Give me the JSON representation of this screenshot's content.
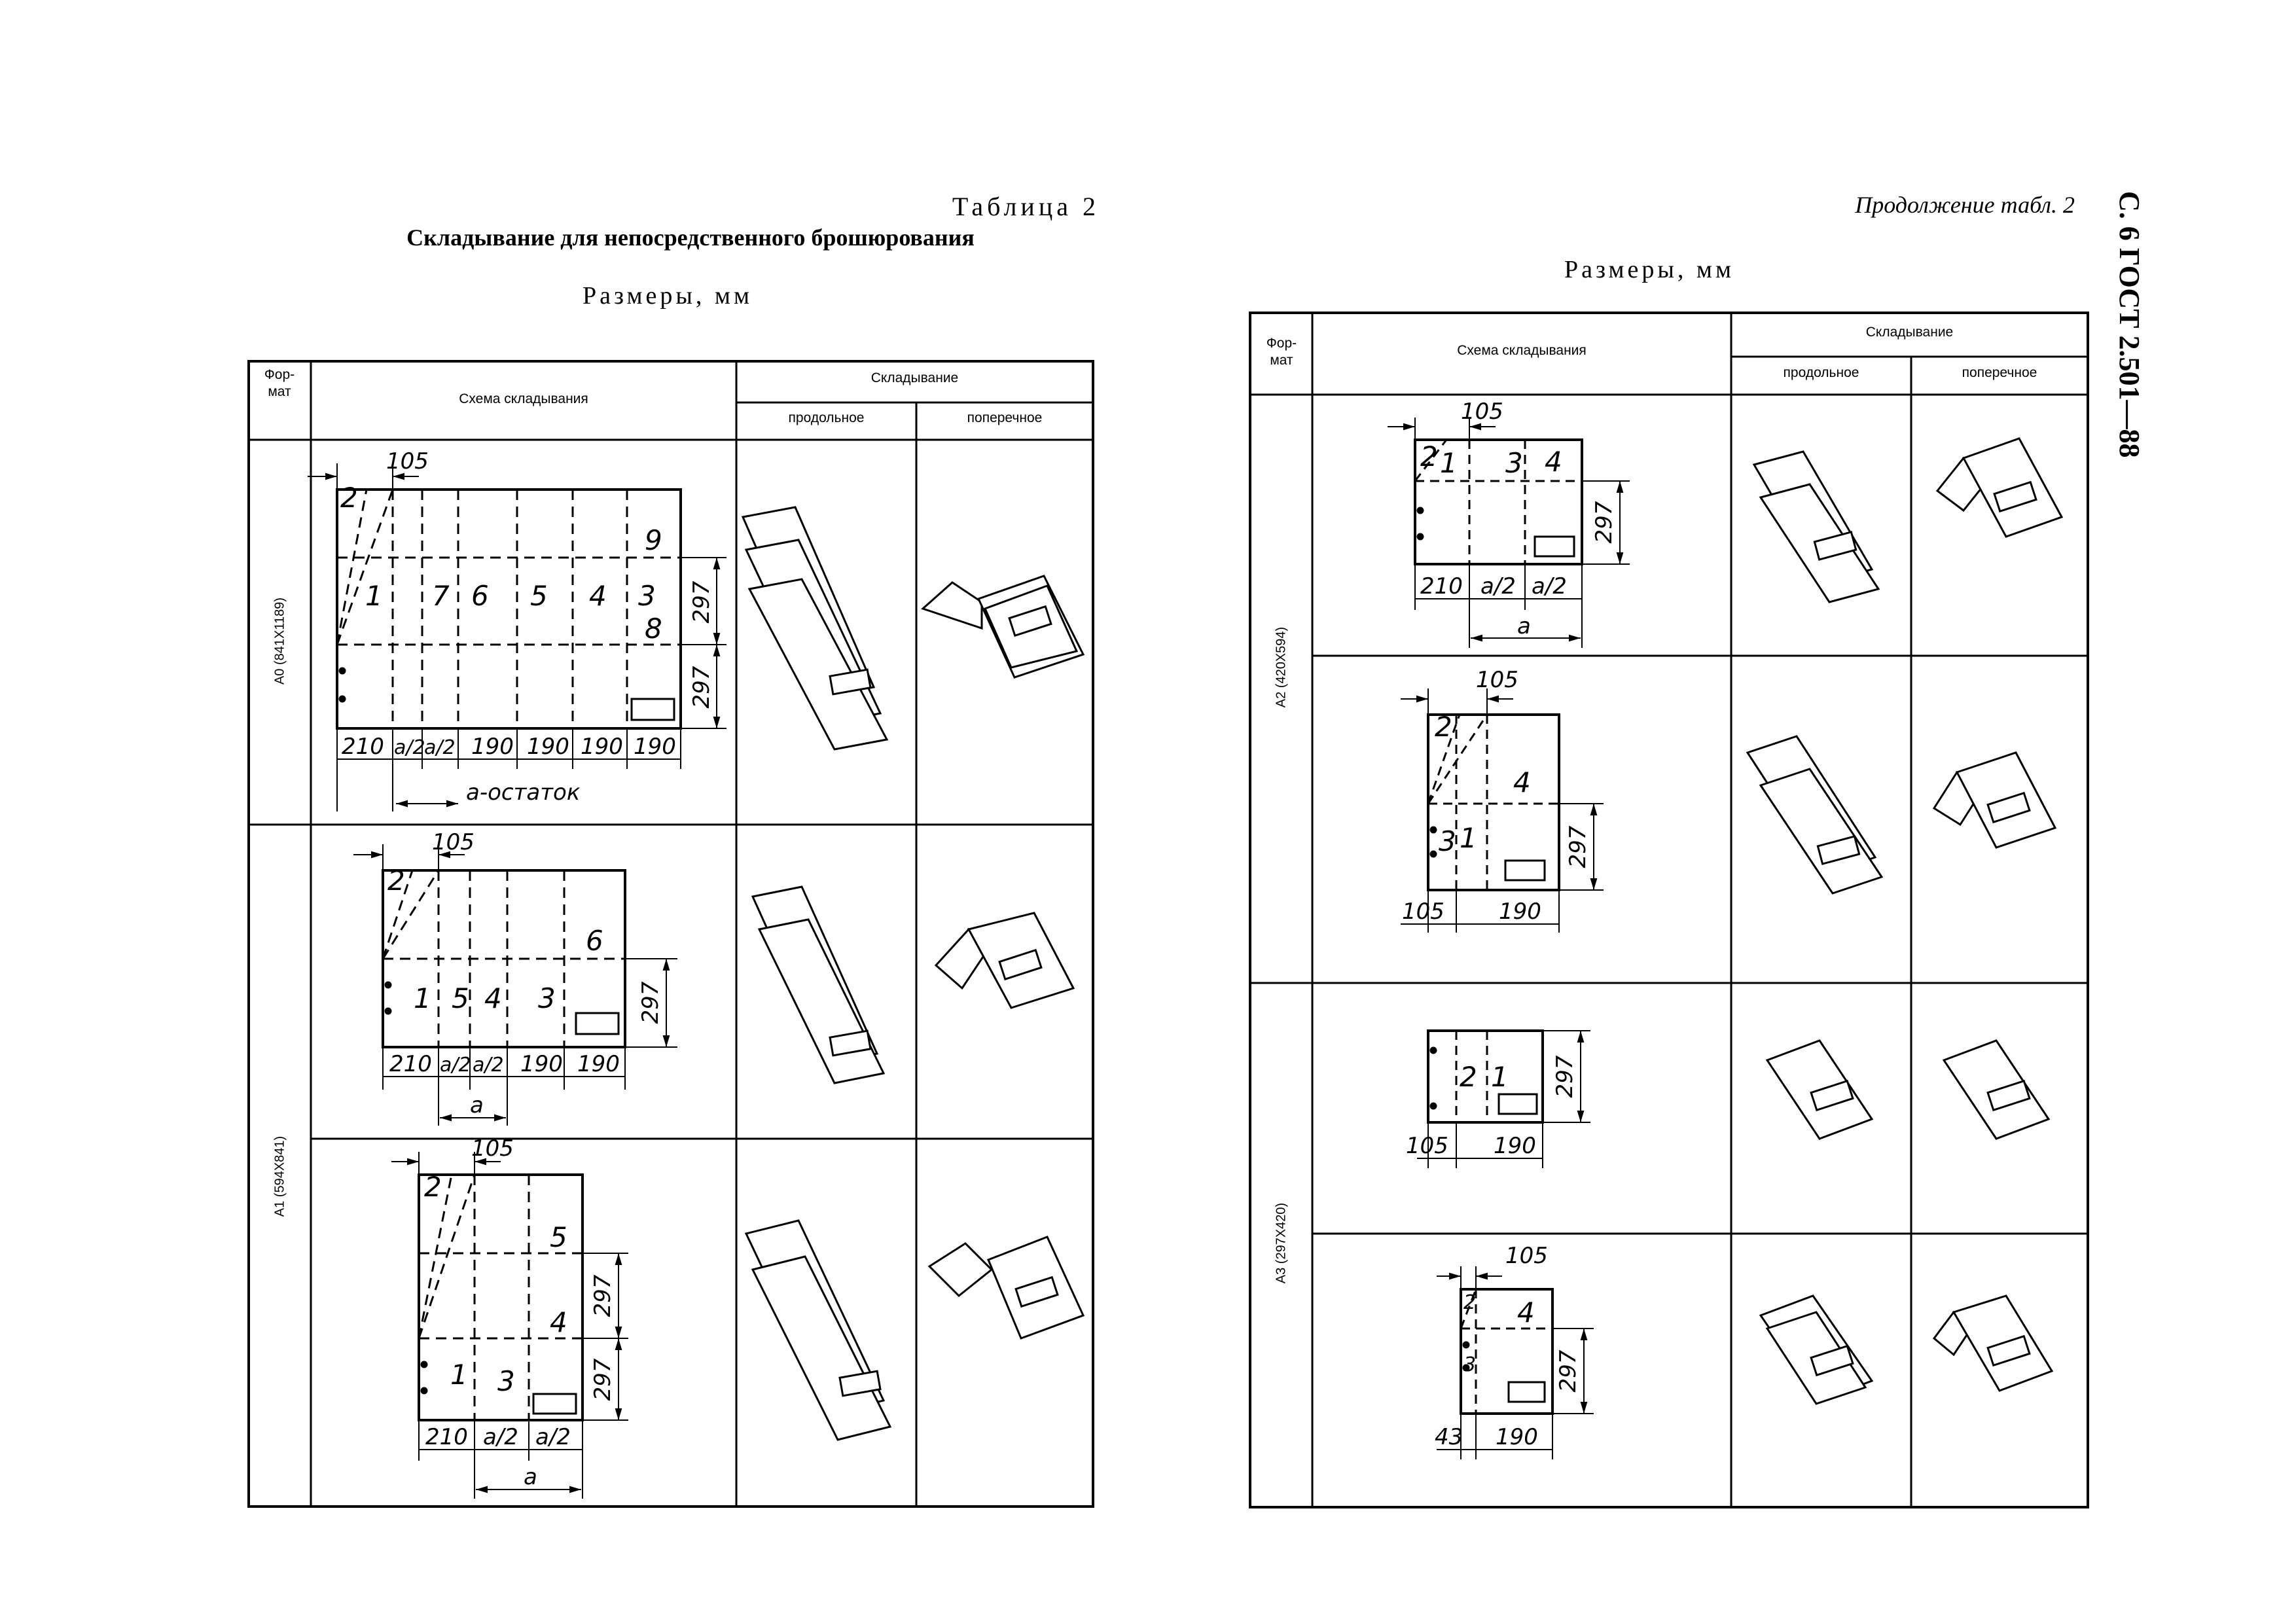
{
  "page": {
    "stamp": "С. 6 ГОСТ 2.501—88"
  },
  "left": {
    "table_label": "Таблица 2",
    "title": "Складывание для непосредственного брошюрования",
    "units": "Размеры, мм",
    "headers": {
      "format": "Фор-\nмат",
      "scheme": "Схема складывания",
      "folding": "Складывание",
      "longitudinal": "продольное",
      "transverse": "поперечное"
    },
    "formats": {
      "a0": "А0 (841Х1189)",
      "a1": "А1 (594Х841)"
    },
    "a0": {
      "top_dim": "105",
      "bottom": [
        "210",
        "a/2",
        "a/2",
        "190",
        "190",
        "190",
        "190"
      ],
      "right": [
        "297",
        "297"
      ],
      "remainder": "a-остаток",
      "panels": [
        "2",
        "1",
        "7",
        "6",
        "5",
        "4",
        "3",
        "9",
        "8"
      ]
    },
    "a1a": {
      "top_dim": "105",
      "bottom": [
        "210",
        "a/2",
        "a/2",
        "190",
        "190"
      ],
      "right": [
        "297"
      ],
      "span": "a",
      "panels": [
        "2",
        "1",
        "5",
        "4",
        "3",
        "6"
      ]
    },
    "a1b": {
      "top_dim": "105",
      "bottom": [
        "210",
        "a/2",
        "a/2"
      ],
      "right": [
        "297",
        "297"
      ],
      "span": "a",
      "panels": [
        "2",
        "1",
        "3",
        "5",
        "4"
      ]
    }
  },
  "right": {
    "continuation": "Продолжение табл. 2",
    "units": "Размеры, мм",
    "headers": {
      "format": "Фор-\nмат",
      "scheme": "Схема складывания",
      "folding": "Складывание",
      "longitudinal": "продольное",
      "transverse": "поперечное"
    },
    "formats": {
      "a2": "А2 (420Х594)",
      "a3": "А3 (297Х420)"
    },
    "a2a": {
      "top_dim": "105",
      "bottom": [
        "210",
        "a/2",
        "a/2"
      ],
      "right": [
        "297"
      ],
      "span": "a",
      "panels": [
        "2",
        "1",
        "3",
        "4"
      ]
    },
    "a2b": {
      "top_dim": "105",
      "bottom": [
        "105",
        "190"
      ],
      "right": [
        "297"
      ],
      "panels": [
        "2",
        "1",
        "3",
        "4"
      ]
    },
    "a3a": {
      "bottom": [
        "105",
        "190"
      ],
      "right": [
        "297"
      ],
      "panels": [
        "2",
        "1"
      ]
    },
    "a3b": {
      "top_dim": "105",
      "bottom": [
        "43",
        "190"
      ],
      "right": [
        "297"
      ],
      "panels": [
        "2",
        "3",
        "4"
      ]
    }
  }
}
